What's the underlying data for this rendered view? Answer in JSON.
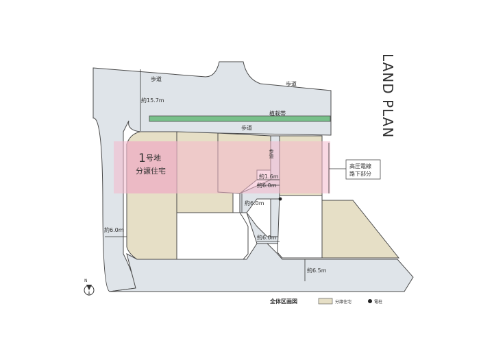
{
  "title": "LAND PLAN",
  "labels": {
    "sidewalk_top_left": "歩道",
    "sidewalk_top_right": "歩道",
    "sidewalk_inner": "歩道",
    "sidewalk_vertical": "歩道",
    "planting_strip": "植栽帯",
    "dim_road_width": "約15.7m",
    "dim_left_road": "約6.0m",
    "dim_inner_small": "約1.6m",
    "dim_inner_road": "約6.0m",
    "dim_mid_road": "約6.0m",
    "dim_bottom_road": "約6.0m",
    "dim_south_road": "約6.5m",
    "lot_number": "1",
    "lot_suffix": "号地",
    "lot_type": "分譲住宅",
    "power_line_callout_line1": "高圧電線",
    "power_line_callout_line2": "路下部分",
    "north_symbol": "N"
  },
  "legend": {
    "title": "全体区画図",
    "items": [
      {
        "label": "分譲住宅",
        "color": "#e6dfc6"
      },
      {
        "label": "電柱",
        "color": "#222222"
      }
    ]
  },
  "colors": {
    "road": "#dfe4e9",
    "lot": "#e6dfc6",
    "powerline_band": "#f4b8cc",
    "planting": "#78c08a"
  }
}
